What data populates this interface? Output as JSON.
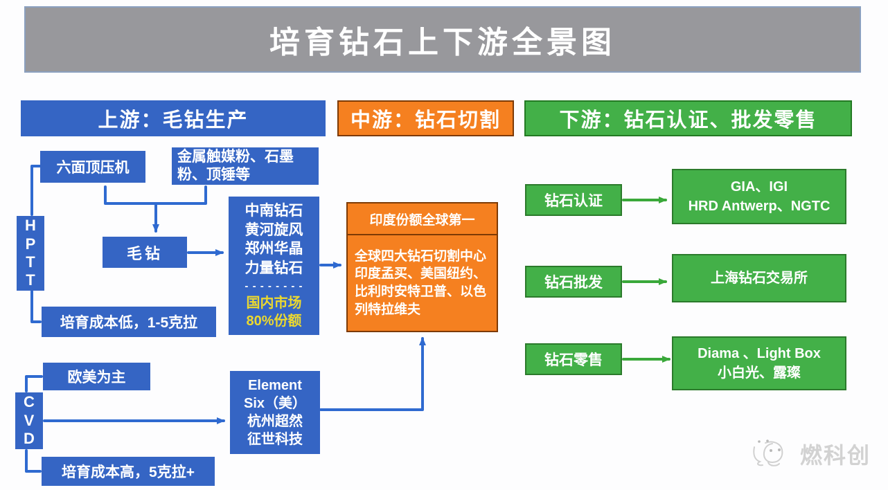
{
  "title": "培育钻石上下游全景图",
  "headers": {
    "upstream": "上游：毛钻生产",
    "midstream": "中游：钻石切割",
    "downstream": "下游：钻石认证、批发零售"
  },
  "upstream": {
    "hpht_label": "H\nP\nT\nT",
    "press": "六面顶压机",
    "materials": "金属触媒粉、石墨粉、顶锤等",
    "rough_diamond": "毛钻",
    "hpht_companies": "中南钻石\n黄河旋风\n郑州华晶\n力量钻石",
    "divider": "- - - - - - - -",
    "market_share": "国内市场\n80%份额",
    "hpht_cost": "培育成本低，1-5克拉",
    "cvd_label": "C\nV\nD",
    "cvd_region": "欧美为主",
    "cvd_companies": "Element\nSix（美）\n杭州超然\n征世科技",
    "cvd_cost": "培育成本高，5克拉+"
  },
  "midstream": {
    "headline": "印度份额全球第一",
    "detail": "全球四大钻石切割中心印度孟买、美国纽约、比利时安特卫普、以色列特拉维夫"
  },
  "downstream": {
    "rows": [
      {
        "label": "钻石认证",
        "companies": "GIA、IGI\nHRD Antwerp、NGTC"
      },
      {
        "label": "钻石批发",
        "companies": "上海钻石交易所"
      },
      {
        "label": "钻石零售",
        "companies": "Diama 、Light Box\n小白光、露璨"
      }
    ]
  },
  "watermark": "燃科创",
  "colors": {
    "blue": "#3565c4",
    "orange": "#f58020",
    "green": "#43b048",
    "title_gray": "#98989c",
    "yellow": "#ecd92f",
    "arrow_blue": "#2f6ad0",
    "arrow_green": "#3aa83a"
  }
}
